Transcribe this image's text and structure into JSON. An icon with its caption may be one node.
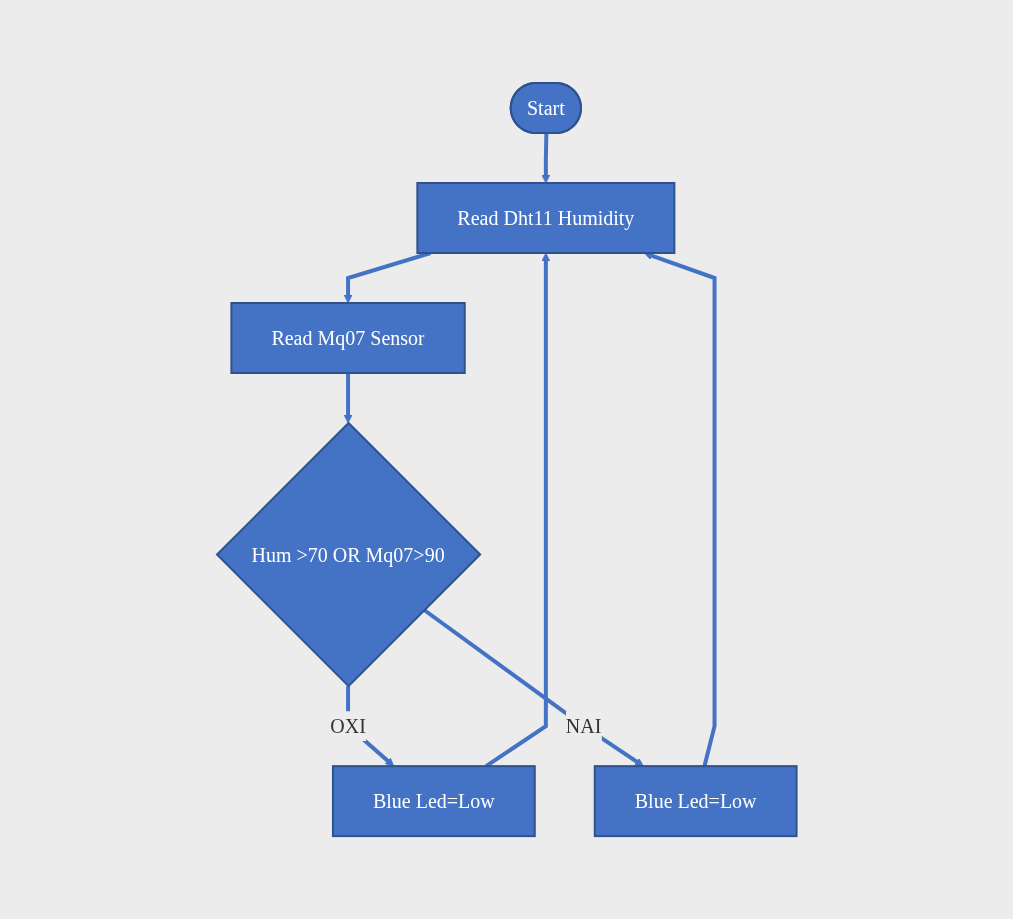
{
  "diagram": {
    "nodes": [
      {
        "text": [
          "Start"
        ]
      },
      {
        "text": [
          "Read Dht11 Humidity"
        ]
      },
      {
        "text": [
          "Read Mq07 Sensor"
        ]
      },
      {
        "text": [
          "Hum >70 OR Mq07>90"
        ]
      },
      {
        "text": [
          "Blue Led=Low"
        ]
      },
      {
        "text": [
          "Blue Led=Low"
        ]
      }
    ],
    "edges": [
      {
        "from": 0,
        "to": 1,
        "arrow": "to"
      },
      {
        "from": 1,
        "to": 2,
        "arrow": "to"
      },
      {
        "from": 2,
        "to": 3,
        "arrow": "to"
      },
      {
        "from": 3,
        "to": 4,
        "arrow": "to",
        "label": "OXI"
      },
      {
        "from": 3,
        "to": 5,
        "arrow": "to",
        "label": "NAI"
      },
      {
        "from": 4,
        "to": 1,
        "arrow": "to"
      },
      {
        "from": 5,
        "to": 1,
        "arrow": "to"
      }
    ]
  }
}
